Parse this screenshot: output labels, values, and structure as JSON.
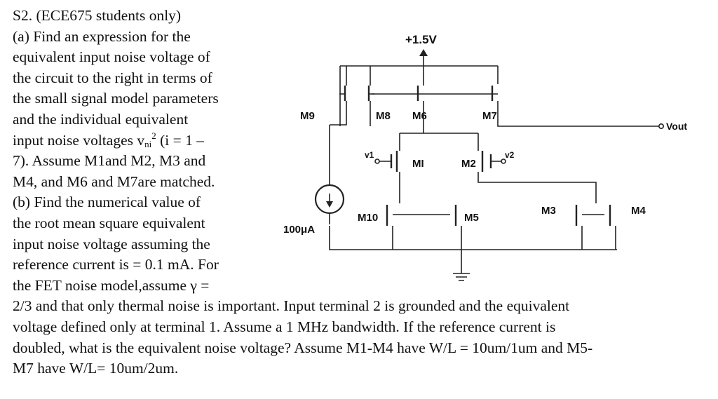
{
  "problem": {
    "lines": [
      "S2. (ECE675 students only)",
      "(a) Find an expression for the",
      "equivalent input noise voltage of",
      "the circuit to the right in terms of",
      "the small signal model parameters",
      "and the individual equivalent",
      "input noise voltages v",
      "7). Assume M1and M2, M3 and",
      "M4, and M6 and M7are matched.",
      "(b) Find the numerical value of",
      "the root mean square equivalent",
      "input noise voltage assuming the",
      "reference current is = 0.1 mA. For",
      "the FET noise model,assume γ =",
      "2/3 and that only thermal noise is important. Input terminal 2 is grounded and the equivalent",
      "voltage defined only at terminal 1. Assume a 1 MHz bandwidth. If the reference current is",
      "doubled, what is the equivalent noise voltage? Assume M1-M4 have W/L = 10um/1um and M5-",
      "M7 have W/L= 10um/2um."
    ],
    "noise_sub": "ni",
    "noise_sup": "2",
    "noise_tail": " (i = 1 –"
  },
  "schematic": {
    "supply": "+1.5V",
    "labels": {
      "m1": "MI",
      "m2": "M2",
      "m3": "M3",
      "m4": "M4",
      "m5": "M5",
      "m6": "M6",
      "m7": "M7",
      "m8": "M8",
      "m9": "M9",
      "m10": "M10"
    },
    "v1": "v1",
    "v2": "v2",
    "vout": "Vout",
    "iref": "100μA"
  }
}
